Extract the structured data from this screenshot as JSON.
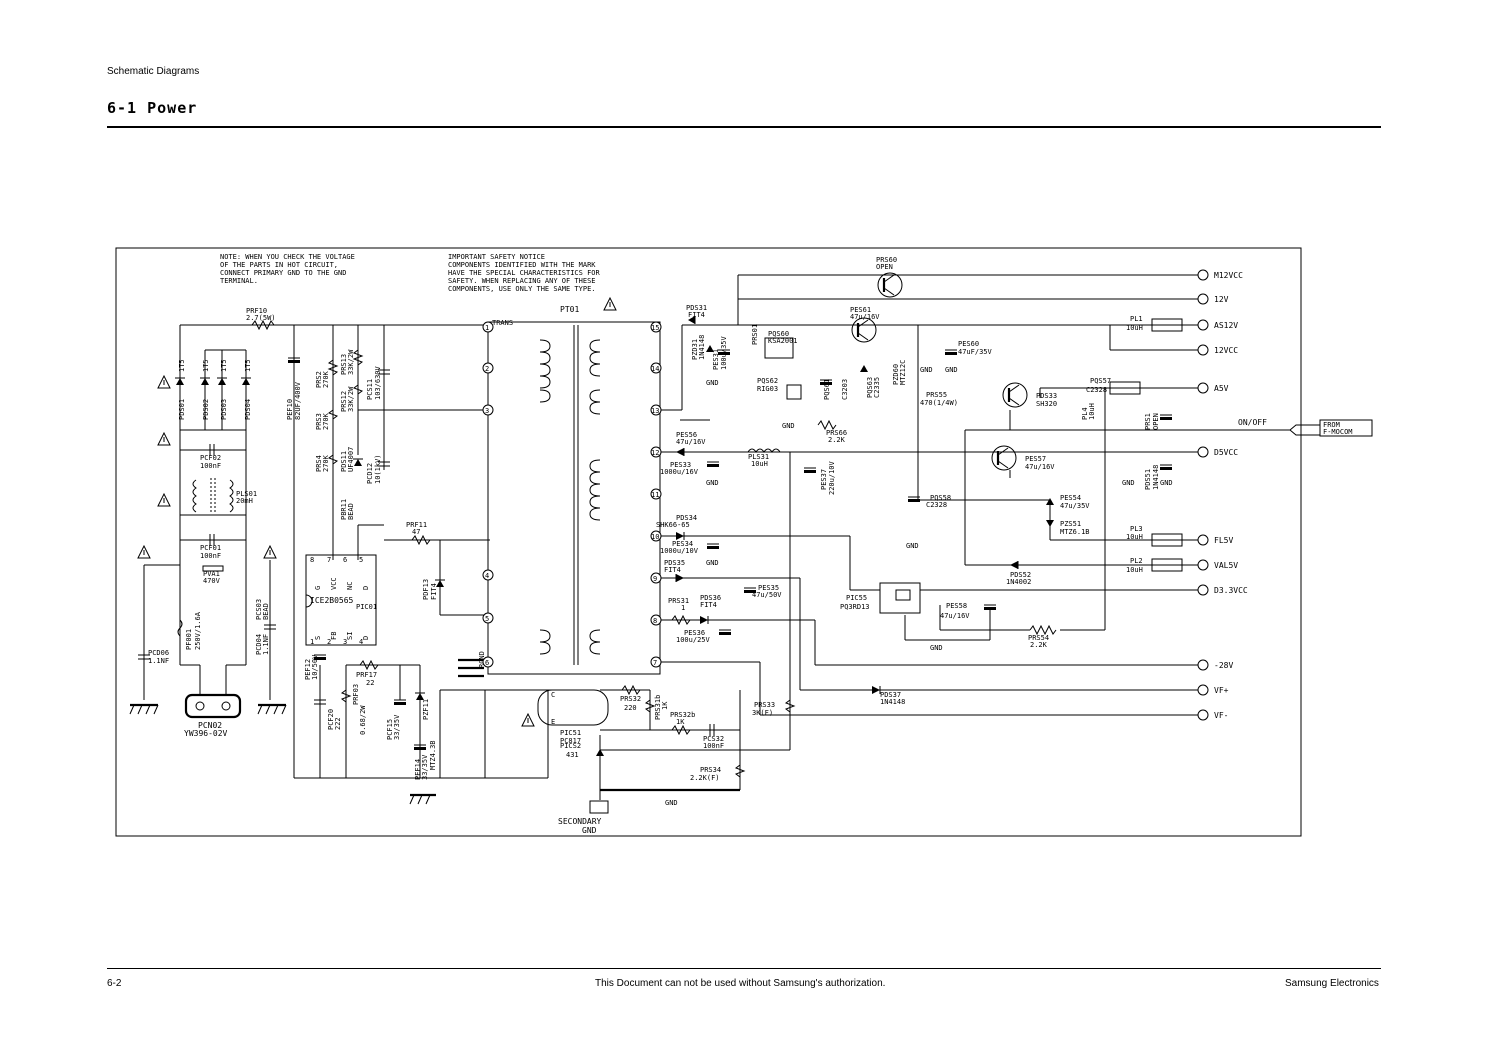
{
  "header": {
    "section_label": "Schematic Diagrams",
    "title": "6-1  Power"
  },
  "footer": {
    "page_number": "6-2",
    "notice": "This Document can not be used without Samsung's authorization.",
    "company": "Samsung Electronics"
  },
  "schematic": {
    "notes": {
      "voltage_check": [
        "NOTE: WHEN YOU CHECK THE VOLTAGE",
        "OF THE PARTS IN HOT CIRCUIT,",
        "CONNECT PRIMARY GND TO THE GND",
        "TERMINAL."
      ],
      "safety": [
        "IMPORTANT SAFETY NOTICE",
        "COMPONENTS IDENTIFIED WITH THE MARK",
        "HAVE THE SPECIAL CHARACTERISTICS FOR",
        "SAFETY. WHEN REPLACING ANY OF THESE",
        "COMPONENTS, USE ONLY THE SAME TYPE."
      ]
    },
    "connectors": [
      {
        "label": "M12VCC"
      },
      {
        "label": "12V"
      },
      {
        "label": "AS12V"
      },
      {
        "label": "12VCC"
      },
      {
        "label": "A5V"
      },
      {
        "label": "D5VCC"
      },
      {
        "label": "FL5V"
      },
      {
        "label": "VAL5V"
      },
      {
        "label": "D3.3VCC"
      },
      {
        "label": "-28V"
      },
      {
        "label": "VF+"
      },
      {
        "label": "VF-"
      }
    ],
    "on_off": {
      "signal": "ON/OFF",
      "from": "FROM",
      "source": "F-MOCOM"
    },
    "transformer": {
      "ref": "PT01",
      "type": "TRANS",
      "pins": [
        "1",
        "2",
        "3",
        "4",
        "5",
        "6",
        "15",
        "14",
        "13",
        "12",
        "11",
        "10",
        "9",
        "8",
        "7"
      ],
      "rgnd": "RGND"
    },
    "ic": {
      "ref": "PIC01",
      "part": "ICE2B0565",
      "pins_top": [
        "G",
        "VCC",
        "NC",
        "D"
      ],
      "pin_nums_top": [
        "8",
        "7",
        "6",
        "5"
      ],
      "pins_bottom": [
        "S",
        "FB",
        "SI",
        "D"
      ],
      "pin_nums_bottom": [
        "1",
        "2",
        "3",
        "4"
      ]
    },
    "components": [
      {
        "ref": "PRF10",
        "value": "2.7(5W)"
      },
      {
        "ref": "PDS01",
        "value": "1T5"
      },
      {
        "ref": "PDS02",
        "value": "1T5"
      },
      {
        "ref": "PDS03",
        "value": "1T5"
      },
      {
        "ref": "PDS04",
        "value": "1T5"
      },
      {
        "ref": "PCF02",
        "value": "100nF"
      },
      {
        "ref": "PLS01",
        "value": "20mH"
      },
      {
        "ref": "PCF01",
        "value": "100nF"
      },
      {
        "ref": "PVA1",
        "value": "470V"
      },
      {
        "ref": "PF001",
        "value": "250V/1.6A"
      },
      {
        "ref": "PCD06",
        "value": "1.1NF"
      },
      {
        "ref": "PCN02",
        "value": "YW396-02V"
      },
      {
        "ref": "PCS03",
        "value": "BEAD"
      },
      {
        "ref": "PCD04",
        "value": "1.1NF"
      },
      {
        "ref": "PEF10",
        "value": "82UF/400V"
      },
      {
        "ref": "PRS2",
        "value": "270K"
      },
      {
        "ref": "PRS3",
        "value": "270K"
      },
      {
        "ref": "PRS4",
        "value": "270K"
      },
      {
        "ref": "PRS13",
        "value": "33K/2W"
      },
      {
        "ref": "PRS12",
        "value": "33K/2W"
      },
      {
        "ref": "PCS11",
        "value": "103/630V"
      },
      {
        "ref": "PDS11",
        "value": "UF4007"
      },
      {
        "ref": "PCD12",
        "value": "10(1kV)"
      },
      {
        "ref": "PBR11",
        "value": "BEAD"
      },
      {
        "ref": "PRF11",
        "value": "47"
      },
      {
        "ref": "PDF13",
        "value": "FIT4"
      },
      {
        "ref": "PEF12",
        "value": "10/50V"
      },
      {
        "ref": "PRF17",
        "value": "22"
      },
      {
        "ref": "PCF20",
        "value": "222"
      },
      {
        "ref": "PRF03",
        "value": "0.68/2W"
      },
      {
        "ref": "PCF15",
        "value": "33/35V"
      },
      {
        "ref": "PZF11",
        "value": "MTZ4.3B"
      },
      {
        "ref": "PEF14",
        "value": "33/35V"
      },
      {
        "ref": "PDS31",
        "value": "FIT4"
      },
      {
        "ref": "PZD31",
        "value": "1N4148"
      },
      {
        "ref": "PES31",
        "value": "100u/35V"
      },
      {
        "ref": "PRS01",
        "value": ""
      },
      {
        "ref": "PQS60",
        "value": "KSA2001"
      },
      {
        "ref": "PQS62",
        "value": "RIG03"
      },
      {
        "ref": "PQS63",
        "value": "C2335"
      },
      {
        "ref": "PQS61",
        "value": "C3203"
      },
      {
        "ref": "PZD60",
        "value": "MTZ12C"
      },
      {
        "ref": "PES60",
        "value": "47uF/35V"
      },
      {
        "ref": "PRS60",
        "value": "OPEN"
      },
      {
        "ref": "PES61",
        "value": "47u/16V"
      },
      {
        "ref": "PL1",
        "value": "10uH"
      },
      {
        "ref": "PRS66",
        "value": "2.2K"
      },
      {
        "ref": "PRS55",
        "value": "470(1/4W)"
      },
      {
        "ref": "PQS57",
        "value": "C2328"
      },
      {
        "ref": "PL4",
        "value": "10uH"
      },
      {
        "ref": "PRS1",
        "value": "OPEN"
      },
      {
        "ref": "PES56",
        "value": "47u/16V"
      },
      {
        "ref": "PDS33",
        "value": "SH320"
      },
      {
        "ref": "PES33",
        "value": "1000u/16V"
      },
      {
        "ref": "PLS31",
        "value": "10uH"
      },
      {
        "ref": "PES37",
        "value": "220u/10V"
      },
      {
        "ref": "PQS58",
        "value": "C2328"
      },
      {
        "ref": "PES54",
        "value": "47u/35V"
      },
      {
        "ref": "PZS51",
        "value": "MTZ6.1B"
      },
      {
        "ref": "PDS51",
        "value": "1N4148"
      },
      {
        "ref": "PES57",
        "value": "47u/16V"
      },
      {
        "ref": "PDS34",
        "value": "SHK66-65"
      },
      {
        "ref": "PES34",
        "value": "1000u/10V"
      },
      {
        "ref": "PL3",
        "value": "10uH"
      },
      {
        "ref": "PL2",
        "value": "10uH"
      },
      {
        "ref": "PDS35",
        "value": "FIT4"
      },
      {
        "ref": "PES35",
        "value": "47u/50V"
      },
      {
        "ref": "PDS52",
        "value": "1N4002"
      },
      {
        "ref": "PIC55",
        "value": "PQ3RD13"
      },
      {
        "ref": "PES58",
        "value": "47u/16V"
      },
      {
        "ref": "PRS54",
        "value": "2.2K"
      },
      {
        "ref": "PRS31",
        "value": "1"
      },
      {
        "ref": "PDS36",
        "value": "FIT4"
      },
      {
        "ref": "PES36",
        "value": "100u/25V"
      },
      {
        "ref": "PDS37",
        "value": "1N4148"
      },
      {
        "ref": "PIC51",
        "value": "PC817"
      },
      {
        "ref": "PRS32",
        "value": "220"
      },
      {
        "ref": "PRS31b",
        "value": "1K"
      },
      {
        "ref": "PRS32b",
        "value": "1K"
      },
      {
        "ref": "PCS32",
        "value": "100nF"
      },
      {
        "ref": "PRS33",
        "value": "3K(F)"
      },
      {
        "ref": "PICS2",
        "value": "431"
      },
      {
        "ref": "PRS34",
        "value": "2.2K(F)"
      }
    ],
    "misc_labels": {
      "gnd": "GND",
      "secondary_gnd": [
        "SECONDARY",
        "GND"
      ]
    }
  }
}
